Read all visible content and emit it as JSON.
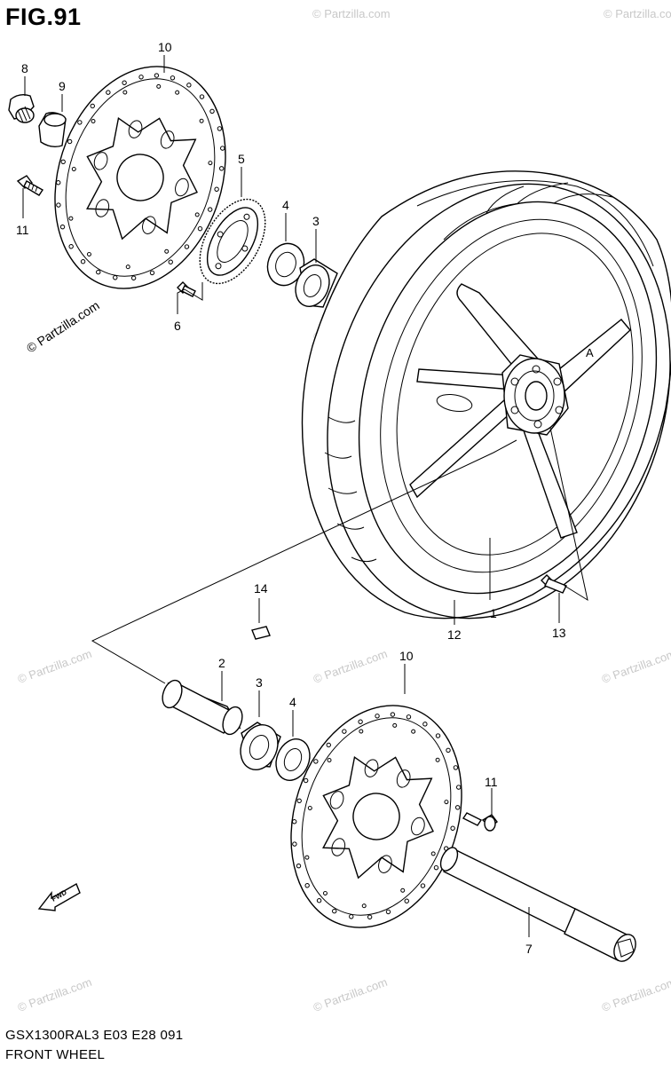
{
  "figure": {
    "title": "FIG.91",
    "footer_code": "GSX1300RAL3  E03  E28  091",
    "footer_name": "FRONT WHEEL",
    "fwd_label": "FWD"
  },
  "watermark": {
    "text": "© Partzilla.com"
  },
  "callouts": {
    "c1": "1",
    "c2": "2",
    "c3a": "3",
    "c3b": "3",
    "c4a": "4",
    "c4b": "4",
    "c5": "5",
    "c6": "6",
    "c7": "7",
    "c8": "8",
    "c9": "9",
    "c10a": "10",
    "c10b": "10",
    "c11a": "11",
    "c11b": "11",
    "c12": "12",
    "c13": "13",
    "c14": "14"
  }
}
